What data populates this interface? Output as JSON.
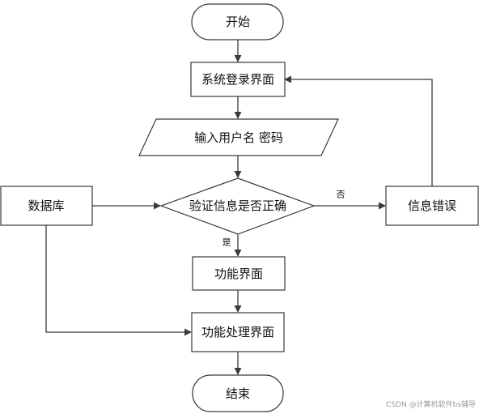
{
  "nodes": {
    "start": "开始",
    "login": "系统登录界面",
    "input": "输入用户名 密码",
    "verify": "验证信息是否正确",
    "error": "信息错误",
    "database": "数据库",
    "function": "功能界面",
    "process": "功能处理界面",
    "end": "结束"
  },
  "edges": {
    "no": "否",
    "yes": "是"
  },
  "watermark": "CSDN @计算机软件bs辅导"
}
